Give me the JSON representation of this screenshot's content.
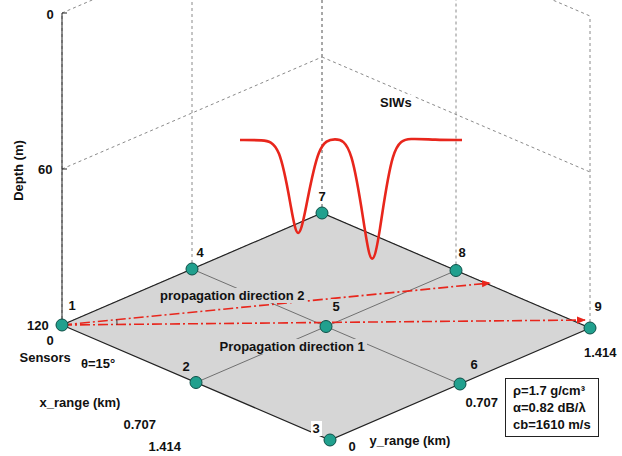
{
  "diagram": {
    "nodes": [
      {
        "text": [
          "ρ=1.7 g/cm³",
          "α=0.82 dB/λ",
          "cb=1610 m/s"
        ]
      }
    ],
    "labels": [
      "Depth (m)",
      "0",
      "60",
      "120",
      "SIWs",
      "7",
      "4",
      "8",
      "1",
      "5",
      "propagation direction 2",
      "0",
      "Sensors",
      "θ=15°",
      "2",
      "Propagation direction 1",
      "9",
      "x_range (km)",
      "0.707",
      "6",
      "1.414",
      "3",
      "y_range (km)",
      "0",
      "0.707",
      "1.414"
    ]
  }
}
